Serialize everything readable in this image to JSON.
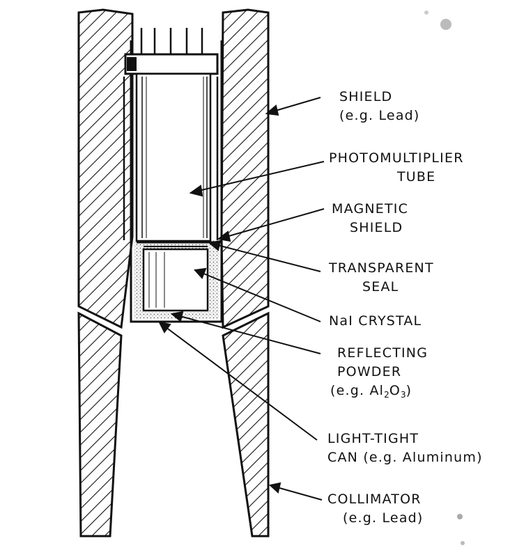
{
  "labels": {
    "shield": {
      "line1": "SHIELD",
      "line2": "(e.g. Lead)"
    },
    "photomultiplier_tube": {
      "line1": "PHOTOMULTIPLIER",
      "line2": "TUBE"
    },
    "magnetic_shield": {
      "line1": "MAGNETIC",
      "line2": "SHIELD"
    },
    "transparent_seal": {
      "line1": "TRANSPARENT",
      "line2": "SEAL"
    },
    "nai_crystal": {
      "line1": "NaI CRYSTAL"
    },
    "reflecting_powder": {
      "line1": "REFLECTING",
      "line2": "POWDER",
      "line3_prefix": "(e.g. Al",
      "line3_sub1": "2",
      "line3_mid": "O",
      "line3_sub2": "3",
      "line3_suffix": ")"
    },
    "light_tight_can": {
      "line1": "LIGHT-TIGHT",
      "line2": "CAN  (e.g. Aluminum)"
    },
    "collimator": {
      "line1": "COLLIMATOR",
      "line2": "(e.g. Lead)"
    }
  },
  "colors": {
    "ink": "#111111",
    "paper": "#ffffff",
    "powder": "#ececec"
  }
}
